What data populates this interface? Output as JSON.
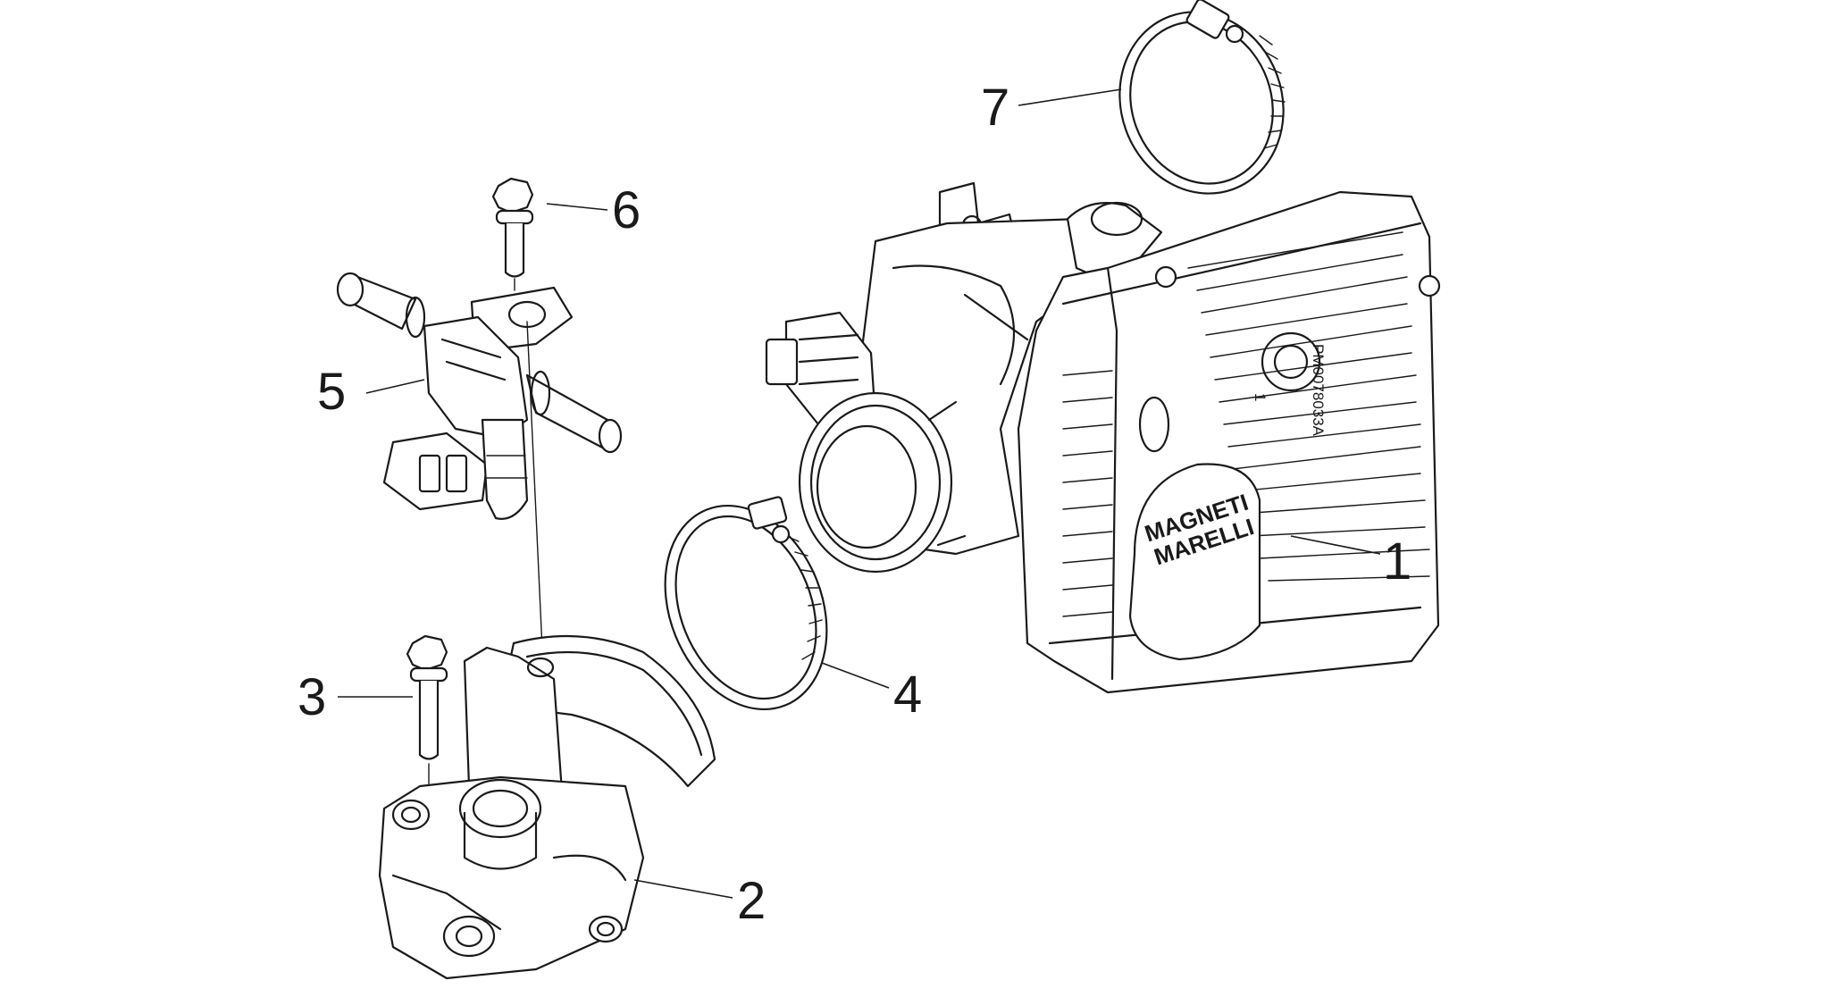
{
  "callouts": {
    "c1": "1",
    "c2": "2",
    "c3": "3",
    "c4": "4",
    "c5": "5",
    "c6": "6",
    "c7": "7"
  },
  "markings": {
    "brand_line1": "MAGNETI",
    "brand_line2": "MARELLI",
    "part_code": "PM0078033A",
    "code_small": "1"
  },
  "colors": {
    "line": "#1a1a1a",
    "background": "#ffffff"
  }
}
